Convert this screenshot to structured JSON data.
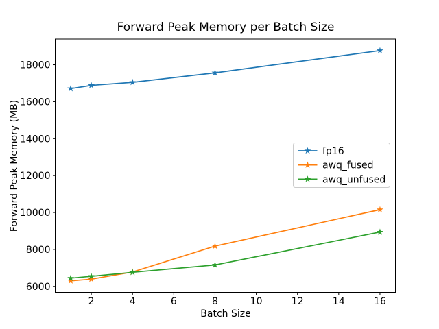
{
  "figure": {
    "background": "#ffffff",
    "axis_color": "#000000"
  },
  "chart_data": {
    "type": "line",
    "title": "Forward Peak Memory per Batch Size",
    "xlabel": "Batch Size",
    "ylabel": "Forward Peak Memory (MB)",
    "x": [
      1,
      2,
      4,
      8,
      16
    ],
    "series": [
      {
        "name": "fp16",
        "color": "#1f77b4",
        "marker": "star",
        "values": [
          16710,
          16885,
          17050,
          17565,
          18770
        ]
      },
      {
        "name": "awq_fused",
        "color": "#ff7f0e",
        "marker": "star",
        "values": [
          6300,
          6390,
          6780,
          8180,
          10155
        ]
      },
      {
        "name": "awq_unfused",
        "color": "#2ca02c",
        "marker": "star",
        "values": [
          6445,
          6545,
          6760,
          7160,
          8940
        ]
      }
    ],
    "xticks": [
      2,
      4,
      6,
      8,
      10,
      12,
      14,
      16
    ],
    "yticks": [
      6000,
      8000,
      10000,
      12000,
      14000,
      16000,
      18000
    ],
    "xlim": [
      0.25,
      16.75
    ],
    "ylim": [
      5677,
      19393
    ],
    "grid": false,
    "legend": {
      "position": "center right"
    }
  }
}
